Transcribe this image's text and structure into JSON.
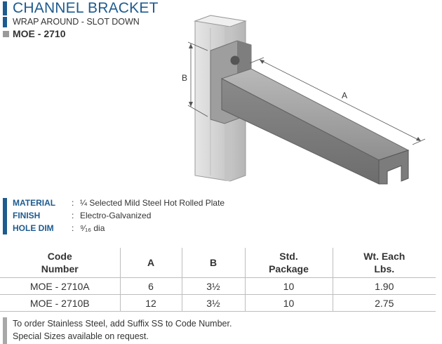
{
  "header": {
    "title": "CHANNEL BRACKET",
    "subtitle": "WRAP AROUND - SLOT DOWN",
    "model": "MOE - 2710"
  },
  "drawing": {
    "dim_b": "B",
    "dim_a": "A"
  },
  "specs": [
    {
      "label": "MATERIAL",
      "colon": ":",
      "value": "¼ Selected Mild Steel Hot Rolled Plate"
    },
    {
      "label": "FINISH",
      "colon": ":",
      "value": "Electro-Galvanized"
    },
    {
      "label": "HOLE DIM",
      "colon": ":",
      "value": "⁹⁄₁₆ dia"
    }
  ],
  "table": {
    "headers": [
      {
        "line1": "Code",
        "line2": "Number"
      },
      {
        "line1": "A",
        "line2": ""
      },
      {
        "line1": "B",
        "line2": ""
      },
      {
        "line1": "Std.",
        "line2": "Package"
      },
      {
        "line1": "Wt. Each",
        "line2": "Lbs."
      }
    ],
    "rows": [
      {
        "code": "MOE - 2710A",
        "a": "6",
        "b": "3½",
        "pkg": "10",
        "wt": "1.90"
      },
      {
        "code": "MOE - 2710B",
        "a": "12",
        "b": "3½",
        "pkg": "10",
        "wt": "2.75"
      }
    ]
  },
  "notes": [
    "To order Stainless Steel, add Suffix SS to Code Number.",
    "Special Sizes available on request."
  ],
  "colors": {
    "accent": "#1e5b8f",
    "note_bar": "#a8a8a8"
  }
}
